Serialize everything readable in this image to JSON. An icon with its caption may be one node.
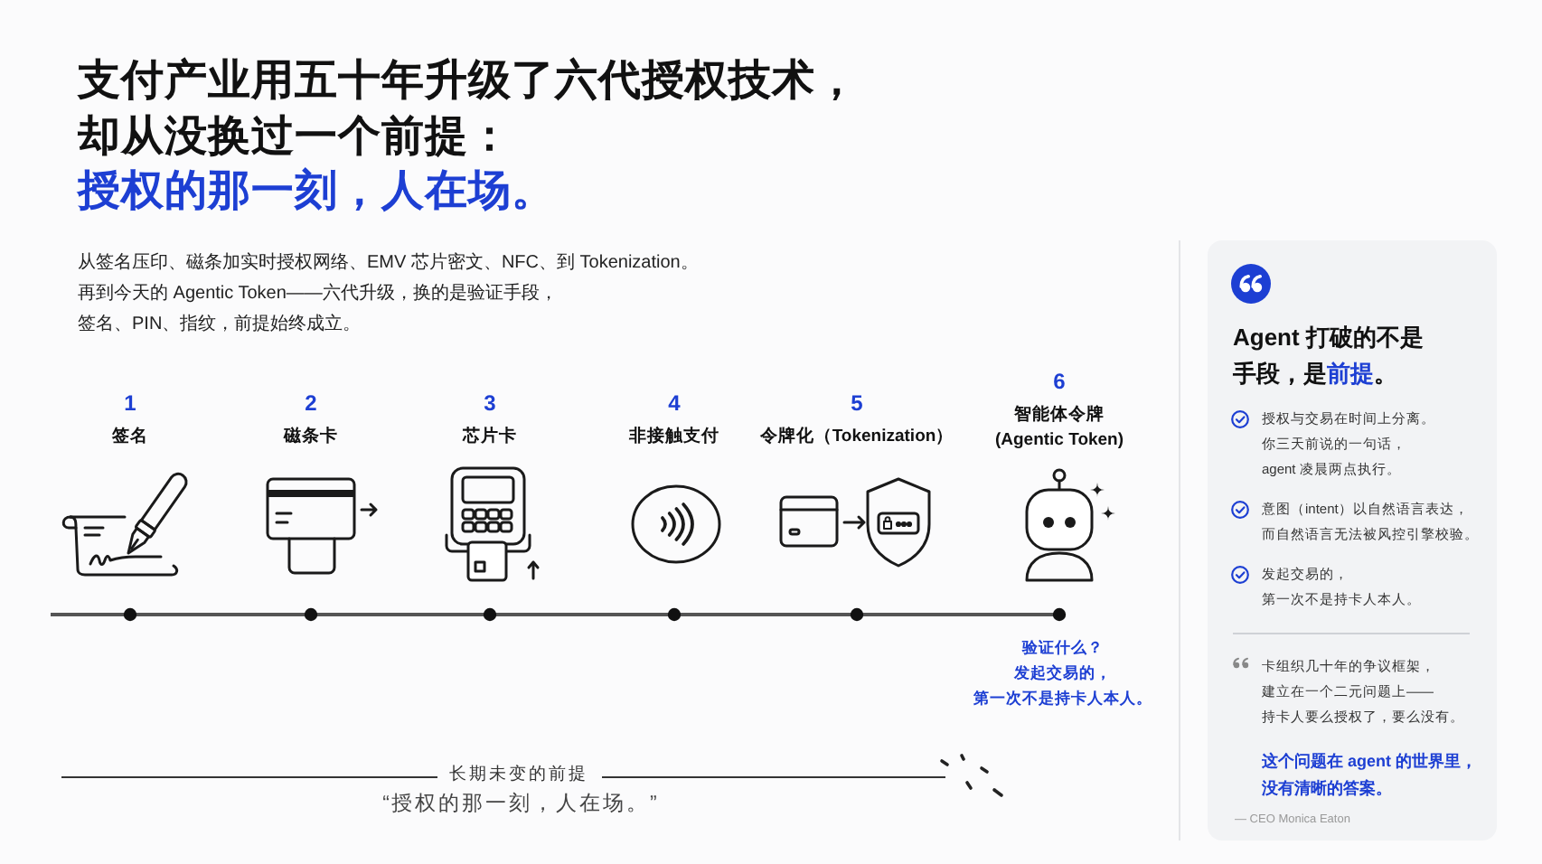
{
  "diagram": {
    "title": "支付产业用五十年升级了六代授权技术，却从没换过一个前提：",
    "nodes": [
      {
        "text": [
          "Agent 打破的不是手段，是**前提**。",
          "授权与交易在时间上分离。你三天前说的一句话，agent 凌晨两点执行。",
          "意图（intent）以自然语言表达，而自然语言无法被风控引擎校验。",
          "发起交易的，第一次不是持卡人本人。",
          "卡组织几十年的争议框架，建立在一个二元问题上——持卡人要么授权了，要么没有。",
          "这个问题在 agent 的世界里，没有清晰的答案。",
          "— CEO Monica Eaton"
        ]
      }
    ],
    "labels": [
      "授权的那一刻，人在场。",
      "从签名压印、磁条加实时授权网络、EMV 芯片密文、NFC、到 Tokenization。",
      "再到今天的 Agentic Token——六代升级，换的是验证手段，",
      "签名、PIN、指纹，前提始终成立。",
      "1",
      "签名",
      "2",
      "磁条卡",
      "3",
      "芯片卡",
      "4",
      "非接触支付",
      "5",
      "令牌化（Tokenization）",
      "6",
      "智能体令牌 (Agentic Token)",
      "验证什么？",
      "发起交易的，第一次不是持卡人本人。",
      "长期未变的前提",
      "“授权的那一刻，人在场。”"
    ]
  }
}
